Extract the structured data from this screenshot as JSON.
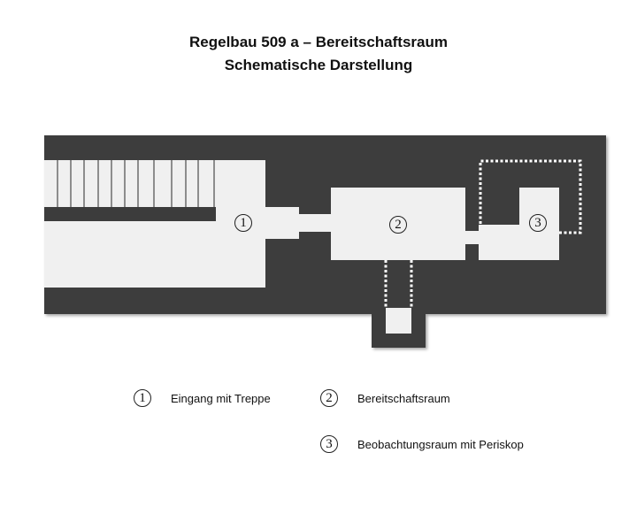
{
  "title": {
    "line1": "Regelbau 509 a – Bereitschaftsraum",
    "line2": "Schematische Darstellung"
  },
  "plan": {
    "colors": {
      "wall": "#3c3c3c",
      "room": "#f0f0f0",
      "dotted": "#ffffff"
    },
    "labels": [
      {
        "id": "1",
        "glyph": "1"
      },
      {
        "id": "2",
        "glyph": "2"
      },
      {
        "id": "3",
        "glyph": "3"
      }
    ]
  },
  "legend": [
    {
      "num": "1",
      "text": "Eingang mit Treppe"
    },
    {
      "num": "2",
      "text": "Bereitschaftsraum"
    },
    {
      "num": "3",
      "text": "Beobachtungsraum mit Periskop"
    }
  ]
}
